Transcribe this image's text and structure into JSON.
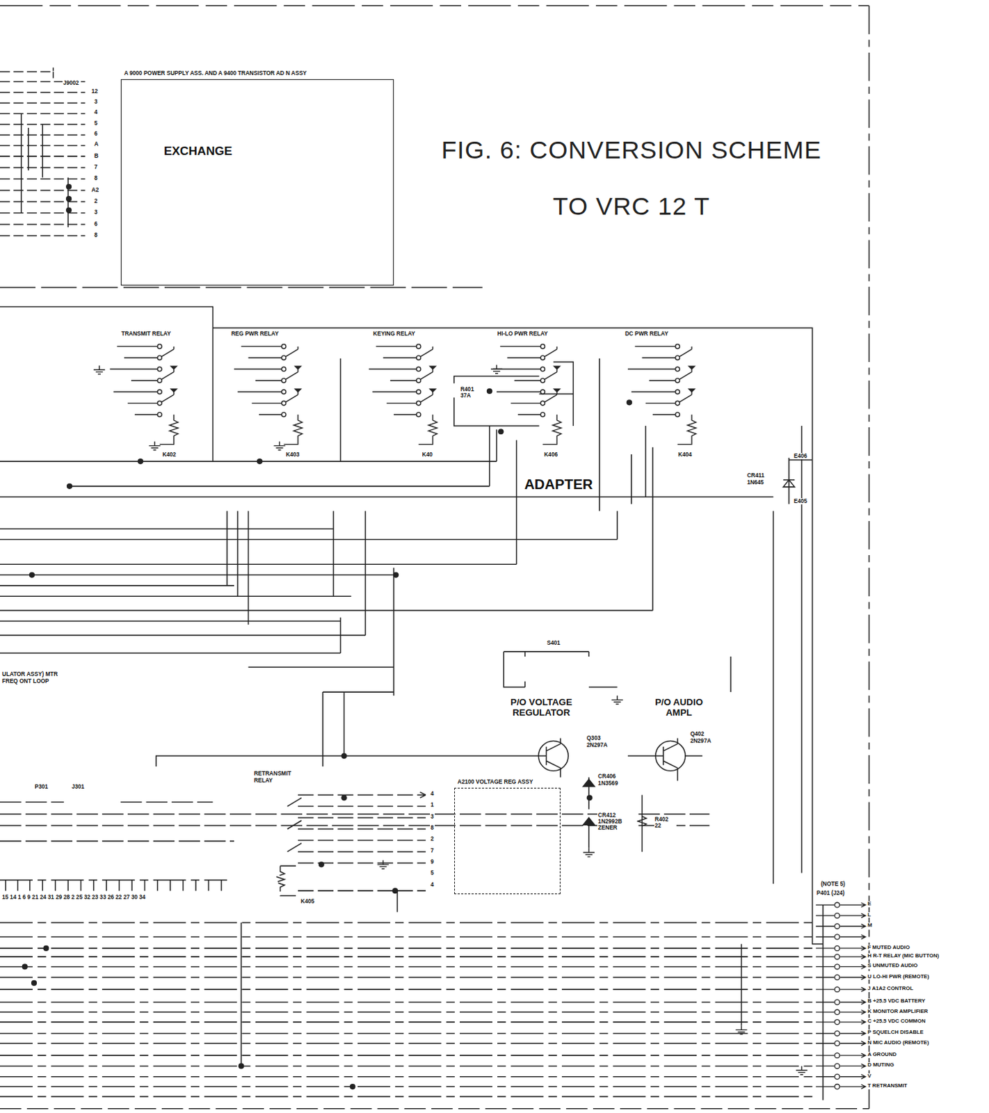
{
  "diagram": {
    "title": "FIG. 6: CONVERSION SCHEME TO VRC 12 T",
    "nodes": [
      {
        "text": [
          "A 9000 POWER SUPPLY ASS. AND A 9400 TRANSISTOR AD N ASSY",
          "EXCHANGE"
        ]
      },
      {
        "text": [
          "A2100 VOLTAGE REG ASSY"
        ]
      }
    ],
    "labels": [
      "J9002",
      "12",
      "3",
      "4",
      "5",
      "6",
      "A",
      "B",
      "7",
      "8",
      "A2",
      "2",
      "3",
      "6",
      "8",
      "TRANSMIT RELAY",
      "REG PWR RELAY",
      "KEYING RELAY",
      "HI-LO PWR RELAY",
      "DC PWR RELAY",
      "K402",
      "K403",
      "K40",
      "K406",
      "K404",
      "R401 37A",
      "ADAPTER",
      "E406",
      "CR411 1N645",
      "E405",
      "S401",
      "P/O VOLTAGE REGULATOR",
      "Q303 2N297A",
      "P/O AUDIO AMPL",
      "Q402 2N297A",
      "CR406 1N3569",
      "CR412 1N2992B ZENER",
      "R402 22",
      "RETRANSMIT RELAY",
      "K405",
      "P301",
      "J301",
      "ULATOR ASSY) MTR FREQ ONT LOOP",
      "15 14 1 6 9 21 24 31 29 28 2 25 32 23 33 26 22 27 30 34",
      "(NOTE 5)",
      "P401 (J24)",
      "E",
      "L",
      "M",
      "F MUTED AUDIO",
      "H R-T RELAY (MIC BUTTON)",
      "S UNMUTED AUDIO",
      "U LO-HI PWR (REMOTE)",
      "J A1A2 CONTROL",
      "B +25.5 VDC BATTERY",
      "K MONITOR AMPLIFIER",
      "C +25.5 VDC COMMON",
      "P SQUELCH DISABLE",
      "N MIC AUDIO (REMOTE)",
      "A GROUND",
      "D MUTING",
      "V",
      "T RETRANSMIT",
      "4",
      "1",
      "3",
      "8",
      "2",
      "7",
      "9",
      "5",
      "4"
    ]
  }
}
